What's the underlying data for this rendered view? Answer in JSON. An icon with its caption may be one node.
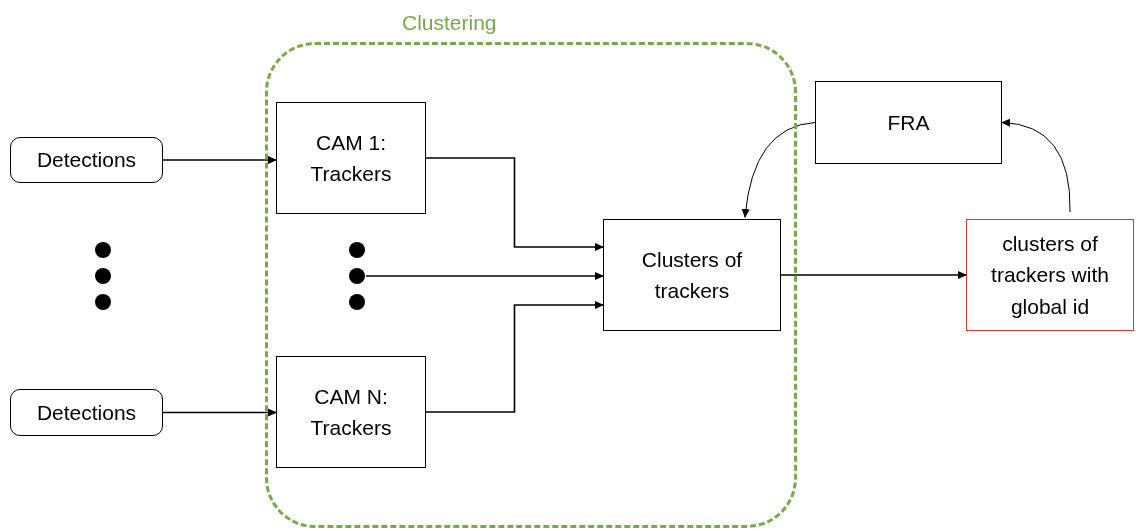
{
  "diagram": {
    "nodes": [
      {
        "text": [
          "Clustering"
        ]
      },
      {
        "text": [
          "Detections"
        ]
      },
      {
        "text": [
          "CAM 1: Trackers"
        ],
        "in": 0
      },
      {
        "text": [
          "FRA"
        ]
      },
      {
        "text": [],
        "shape": "dots",
        "in": 0
      },
      {
        "text": [
          "Clusters  of trackers"
        ],
        "in": 0
      },
      {
        "text": [
          "clusters of trackers with global id"
        ]
      },
      {
        "text": [
          "Detections"
        ]
      },
      {
        "text": [
          "CAM N: Trackers"
        ],
        "in": 0
      }
    ],
    "edges": [
      {
        "from": 1,
        "to": 2,
        "arrow": "to"
      },
      {
        "from": 2,
        "to": 5,
        "arrow": "to"
      },
      {
        "from": 4,
        "to": 5,
        "arrow": "to"
      },
      {
        "from": 8,
        "to": 5,
        "arrow": "to"
      },
      {
        "from": 7,
        "to": 8,
        "arrow": "to"
      },
      {
        "from": 5,
        "to": 6,
        "arrow": "to"
      },
      {
        "from": 3,
        "to": 5,
        "arrow": "to"
      },
      {
        "from": 6,
        "to": 3,
        "arrow": "to"
      }
    ]
  }
}
